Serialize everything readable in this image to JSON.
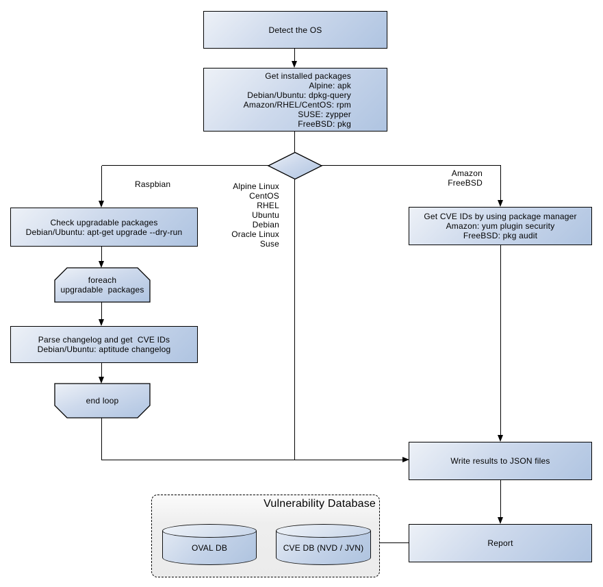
{
  "diagram": {
    "background": "#ffffff",
    "colors": {
      "node_fill_light": "#edf1f7",
      "node_fill_dark": "#afc4e1",
      "node_border": "#000000",
      "group_fill": "#ececec",
      "line": "#000000",
      "text": "#000000"
    },
    "nodes": {
      "detect_os": {
        "label": "Detect the OS"
      },
      "get_installed_packages": {
        "label": "Get installed packages\nAlpine: apk\nDebian/Ubuntu: dpkg-query\nAmazon/RHEL/CentOS: rpm\nSUSE: zypper\nFreeBSD: pkg"
      },
      "check_upgradable": {
        "label": "Check upgradable packages\nDebian/Ubuntu: apt-get upgrade --dry-run"
      },
      "foreach_loop_start": {
        "label": "foreach\nupgradable  packages"
      },
      "parse_changelog": {
        "label": "Parse changelog and get  CVE IDs\nDebian/Ubuntu: aptitude changelog"
      },
      "end_loop": {
        "label": "end loop"
      },
      "get_cve_ids": {
        "label": "Get CVE IDs by using package manager\nAmazon: yum plugin security\nFreeBSD: pkg audit"
      },
      "write_results": {
        "label": "Write results to JSON files"
      },
      "report": {
        "label": "Report"
      }
    },
    "edge_labels": {
      "left_branch": "Raspbian",
      "middle_branch": "Alpine Linux\nCentOS\nRHEL\nUbuntu\nDebian\nOracle Linux\nSuse",
      "right_branch": "Amazon\nFreeBSD"
    },
    "database_group": {
      "title": "Vulnerability Database",
      "cylinders": [
        {
          "label": "OVAL DB"
        },
        {
          "label": "CVE DB (NVD / JVN)"
        }
      ]
    }
  }
}
